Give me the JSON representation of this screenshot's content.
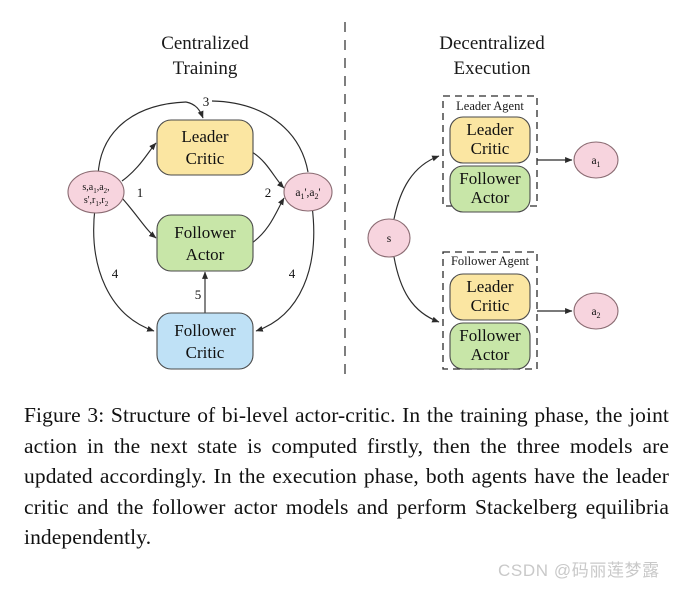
{
  "figure": {
    "panels": [
      {
        "id": "centralized-training",
        "title_line1": "Centralized",
        "title_line2": "Training"
      },
      {
        "id": "decentralized-execution",
        "title_line1": "Decentralized",
        "title_line2": "Execution"
      }
    ],
    "training": {
      "input_ellipse": {
        "line1": "s,a",
        "line1_sub1": "1",
        "line1_mid": ",a",
        "line1_sub2": "2",
        "line1_end": ",",
        "line2": "s',r",
        "line2_sub1": "1",
        "line2_mid": ",r",
        "line2_sub2": "2"
      },
      "output_ellipse": {
        "text": "a",
        "sub1": "1",
        "mid": "',a",
        "sub2": "2",
        "end": "'"
      },
      "boxes": [
        {
          "id": "leader-critic",
          "line1": "Leader",
          "line2": "Critic",
          "color": "#FBE6A2"
        },
        {
          "id": "follower-actor",
          "line1": "Follower",
          "line2": "Actor",
          "color": "#C8E6A8"
        },
        {
          "id": "follower-critic",
          "line1": "Follower",
          "line2": "Critic",
          "color": "#BFE1F6"
        }
      ],
      "edge_labels": [
        "1",
        "2",
        "3",
        "4",
        "5",
        "4"
      ]
    },
    "execution": {
      "state_ellipse": {
        "text": "s"
      },
      "agents": [
        {
          "id": "leader-agent",
          "title": "Leader Agent",
          "boxes": [
            {
              "id": "leader-critic",
              "line1": "Leader",
              "line2": "Critic",
              "color": "#FBE6A2"
            },
            {
              "id": "follower-actor",
              "line1": "Follower",
              "line2": "Actor",
              "color": "#C8E6A8"
            }
          ],
          "action_ellipse": {
            "text": "a",
            "sub": "1"
          }
        },
        {
          "id": "follower-agent",
          "title": "Follower Agent",
          "boxes": [
            {
              "id": "leader-critic",
              "line1": "Leader",
              "line2": "Critic",
              "color": "#FBE6A2"
            },
            {
              "id": "follower-actor",
              "line1": "Follower",
              "line2": "Actor",
              "color": "#C8E6A8"
            }
          ],
          "action_ellipse": {
            "text": "a",
            "sub": "2"
          }
        }
      ]
    },
    "colors": {
      "leader_critic": "#FBE6A2",
      "follower_actor": "#C8E6A8",
      "follower_critic": "#BFE1F6",
      "ellipse_pink": "#F7D4DE",
      "stroke": "#4a4a4a",
      "arrow": "#2b2b2b"
    }
  },
  "caption": {
    "text": "Figure 3: Structure of bi-level actor-critic. In the training phase, the joint action in the next state is computed firstly, then the three models are updated accordingly. In the execution phase, both agents have the leader critic and the follower actor models and perform Stackelberg equilibria independently."
  },
  "watermark": {
    "text": "CSDN @码丽莲梦露"
  }
}
